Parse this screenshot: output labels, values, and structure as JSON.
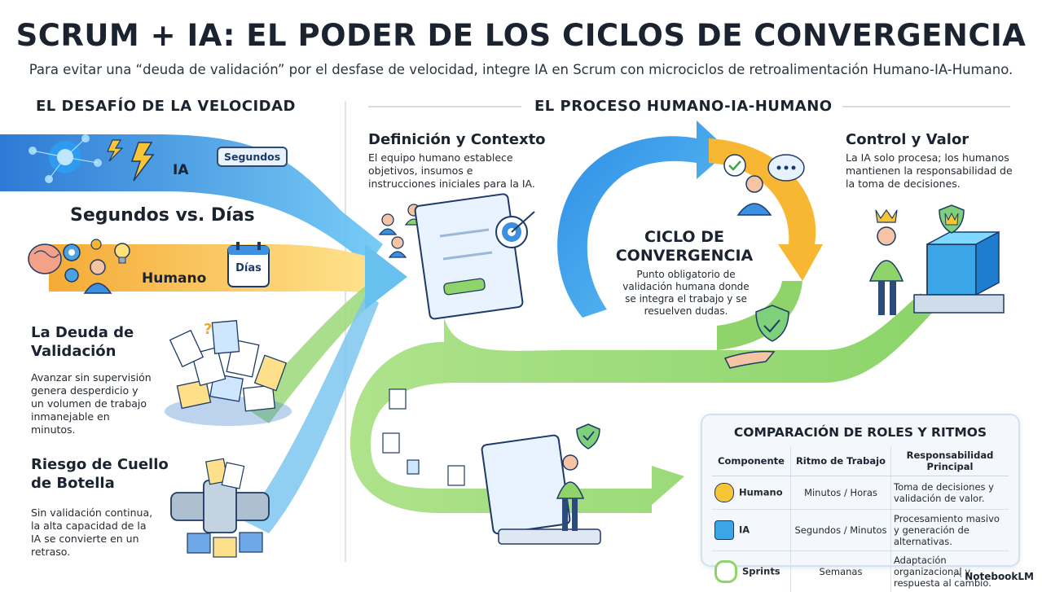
{
  "header": {
    "title": "SCRUM + IA: EL PODER DE LOS CICLOS DE CONVERGENCIA",
    "subtitle": "Para evitar una “deuda de validación” por el desfase de velocidad, integre IA en Scrum con microciclos de retroalimentación Humano-IA-Humano."
  },
  "left": {
    "heading": "EL DESAFÍO DE LA VELOCIDAD",
    "ia_label": "IA",
    "ia_tag": "Segundos",
    "vs_title": "Segundos vs. Días",
    "human_label": "Humano",
    "human_tag": "Días",
    "debt_title": "La Deuda de Validación",
    "debt_text": "Avanzar sin supervisión genera desperdicio y un volumen de trabajo inmanejable en minutos.",
    "bottleneck_title": "Riesgo de Cuello de Botella",
    "bottleneck_text": "Sin validación continua, la alta capacidad de la IA se convierte en un retraso."
  },
  "process": {
    "heading": "EL PROCESO HUMANO-IA-HUMANO",
    "def_title": "Definición y Contexto",
    "def_text": "El equipo humano establece objetivos, insumos e instrucciones iniciales para la IA.",
    "cycle_title": "CICLO DE CONVERGENCIA",
    "cycle_text": "Punto obligatorio de validación humana donde se integra el trabajo y se resuelven dudas.",
    "control_title": "Control y Valor",
    "control_text": "La IA solo procesa; los humanos mantienen la responsabilidad de la toma de decisiones."
  },
  "table": {
    "title": "COMPARACIÓN DE ROLES Y RITMOS",
    "headers": [
      "Componente",
      "Ritmo de Trabajo",
      "Responsabilidad Principal"
    ],
    "rows": [
      {
        "component": "Humano",
        "rhythm": "Minutos / Horas",
        "responsibility": "Toma de decisiones y validación de valor.",
        "icon": "person-icon"
      },
      {
        "component": "IA",
        "rhythm": "Segundos / Minutos",
        "responsibility": "Procesamiento masivo y generación de alternativas.",
        "icon": "chip-icon"
      },
      {
        "component": "Sprints",
        "rhythm": "Semanas",
        "responsibility": "Adaptación organizacional y respuesta al cambio.",
        "icon": "cycle-icon"
      }
    ]
  },
  "footer": {
    "brand": "NotebookLM"
  },
  "colors": {
    "blue": "#3aa6e8",
    "yellow": "#f6c445",
    "green": "#8fd46a",
    "navy": "#1d3a66"
  }
}
